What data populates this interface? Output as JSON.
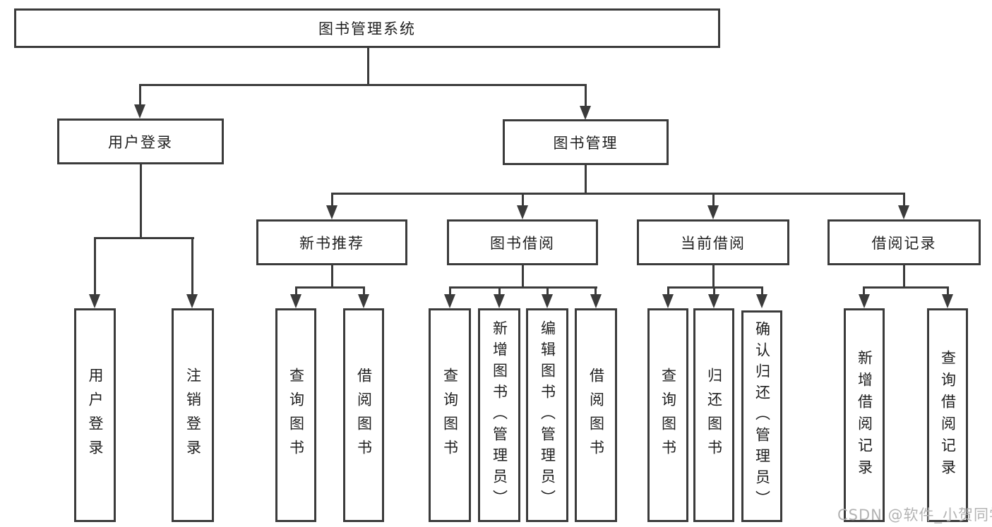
{
  "diagram": {
    "root": {
      "label": "图书管理系统"
    },
    "user_login": {
      "label": "用户登录",
      "children": [
        {
          "label": "用户登录"
        },
        {
          "label": "注销登录"
        }
      ]
    },
    "book_mgmt": {
      "label": "图书管理",
      "groups": [
        {
          "label": "新书推荐",
          "children": [
            {
              "label": "查询图书"
            },
            {
              "label": "借阅图书"
            }
          ]
        },
        {
          "label": "图书借阅",
          "children": [
            {
              "label": "查询图书"
            },
            {
              "label": "新增图书（管理员）"
            },
            {
              "label": "编辑图书（管理员）"
            },
            {
              "label": "借阅图书"
            }
          ]
        },
        {
          "label": "当前借阅",
          "children": [
            {
              "label": "查询图书"
            },
            {
              "label": "归还图书"
            },
            {
              "label": "确认归还（管理员）"
            }
          ]
        },
        {
          "label": "借阅记录",
          "children": [
            {
              "label": "新增借阅记录"
            },
            {
              "label": "查询借阅记录"
            }
          ]
        }
      ]
    },
    "watermark": "CSDN @软件_小贺同学"
  }
}
